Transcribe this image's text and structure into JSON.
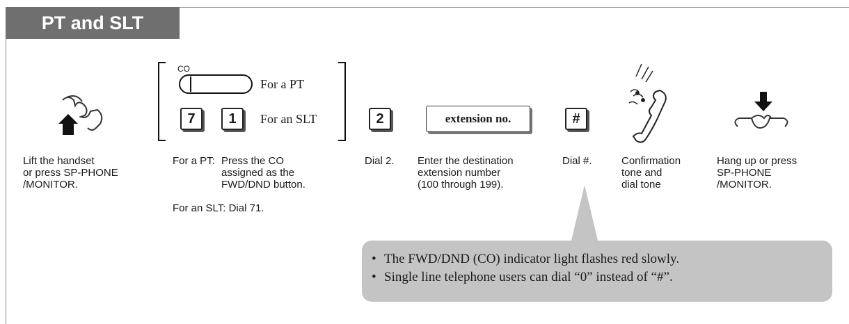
{
  "section": {
    "title": "PT and SLT"
  },
  "keys": {
    "co_label": "CO",
    "for_pt": "For a PT",
    "key_7": "7",
    "key_1": "1",
    "for_slt": "For an SLT",
    "dial_2": "2",
    "extension": "extension no.",
    "hash": "#"
  },
  "steps": [
    {
      "caption": "Lift the handset\nor press SP-PHONE\n/MONITOR."
    },
    {
      "caption_pt_label": "For a PT:",
      "caption_pt": "Press the CO\nassigned as the\nFWD/DND button.",
      "caption_slt": "For an SLT: Dial 71."
    },
    {
      "caption": "Dial 2."
    },
    {
      "caption": "Enter the destination\nextension number\n(100 through 199)."
    },
    {
      "caption": "Dial #."
    },
    {
      "caption": "Confirmation\ntone and\ndial tone"
    },
    {
      "caption": "Hang up or press\nSP-PHONE\n/MONITOR."
    }
  ],
  "notes": [
    "The FWD/DND (CO) indicator light flashes red slowly.",
    "Single line telephone users can dial “0” instead of “#”."
  ],
  "icons": [
    "handset-lift-icon",
    "co-button-icon",
    "bracket-icon",
    "confirmation-tone-icon",
    "handset-hangup-icon"
  ]
}
